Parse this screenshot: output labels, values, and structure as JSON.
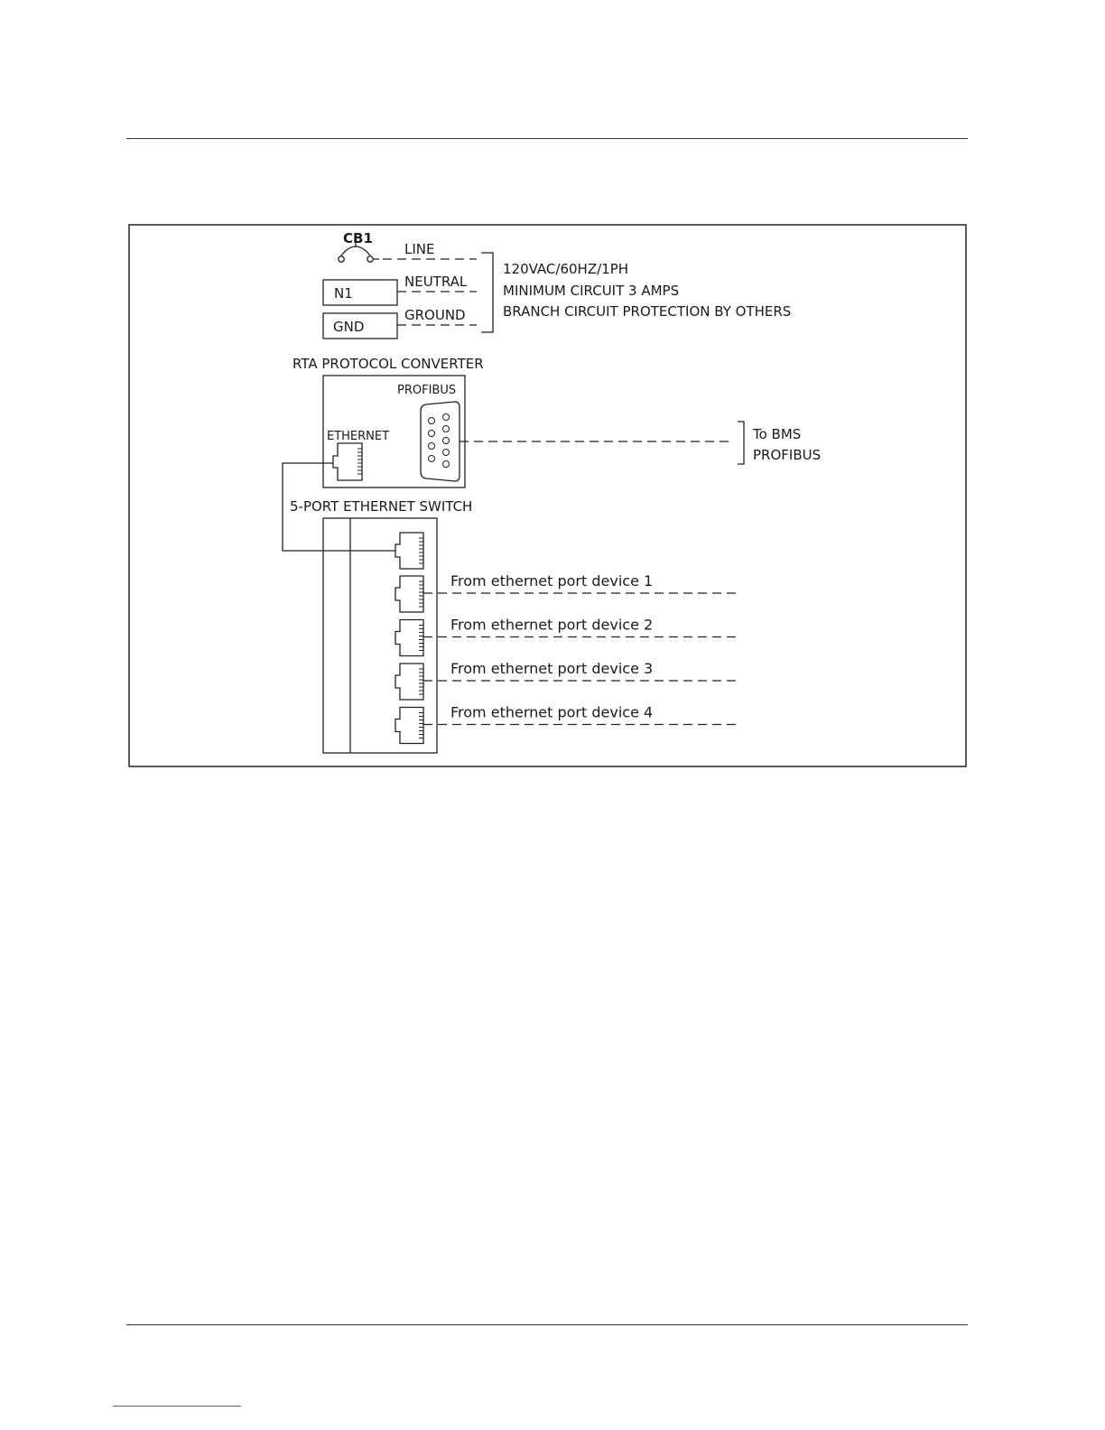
{
  "power": {
    "breaker": "CB1",
    "line": "LINE",
    "neutral": "NEUTRAL",
    "ground": "GROUND",
    "n1": "N1",
    "gnd": "GND",
    "spec_voltage": "120VAC/60HZ/1PH",
    "spec_current": "MINIMUM CIRCUIT 3 AMPS",
    "spec_protection": "BRANCH CIRCUIT PROTECTION BY OTHERS"
  },
  "converter": {
    "title": "RTA PROTOCOL CONVERTER",
    "profibus": "PROFIBUS",
    "ethernet": "ETHERNET",
    "bms_line1": "To BMS",
    "bms_line2": "PROFIBUS"
  },
  "switch": {
    "title": "5-PORT ETHERNET SWITCH",
    "ports": [
      "From ethernet port device 1",
      "From ethernet port device 2",
      "From ethernet port device 3",
      "From ethernet port device 4"
    ]
  }
}
